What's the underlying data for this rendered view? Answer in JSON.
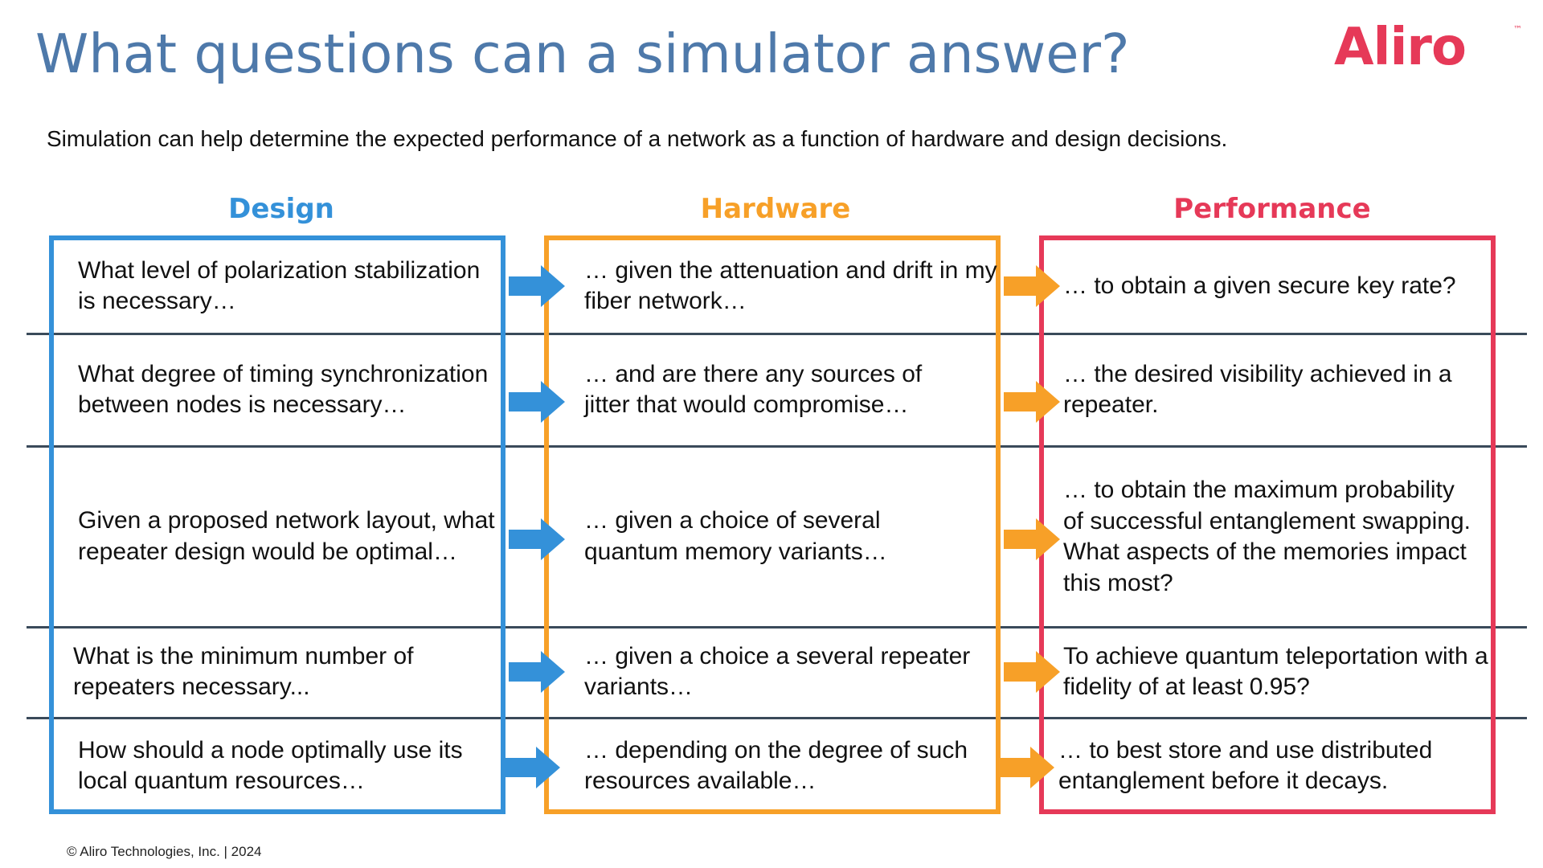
{
  "title": "What questions can a simulator answer?",
  "logo": {
    "text": "Aliro",
    "tm": "™",
    "color": "#e63958"
  },
  "subtitle": "Simulation can help determine the expected performance of a network as a function of hardware and design decisions.",
  "colors": {
    "title": "#4e79aa",
    "design": "#3491d9",
    "hardware": "#f7a028",
    "performance": "#e63958",
    "divider": "#3a4a5a"
  },
  "columns": {
    "design": "Design",
    "hardware": "Hardware",
    "performance": "Performance"
  },
  "rows": [
    {
      "design": "What level of polarization stabilization is necessary…",
      "hardware": "… given the attenuation and drift in my fiber network…",
      "performance": "… to obtain a given secure key rate?"
    },
    {
      "design": "What degree of timing synchronization between nodes is necessary…",
      "hardware": "… and are there any sources of jitter that would compromise…",
      "performance": "… the desired visibility achieved in a repeater."
    },
    {
      "design": "Given a proposed network layout, what repeater design would be optimal…",
      "hardware": "… given a choice of several quantum memory variants…",
      "performance": "… to obtain the maximum probability of successful entanglement swapping. What aspects of the memories impact this most?"
    },
    {
      "design": "What is the minimum number of repeaters necessary...",
      "hardware": "… given a choice a several repeater variants…",
      "performance": "To achieve quantum teleportation with a fidelity of at least 0.95?"
    },
    {
      "design": "How should a node optimally use its local quantum resources…",
      "hardware": "… depending on the degree of such resources available…",
      "performance": "… to best store and use distributed entanglement before it decays."
    }
  ],
  "footer": "© Aliro Technologies, Inc.  | 2024"
}
